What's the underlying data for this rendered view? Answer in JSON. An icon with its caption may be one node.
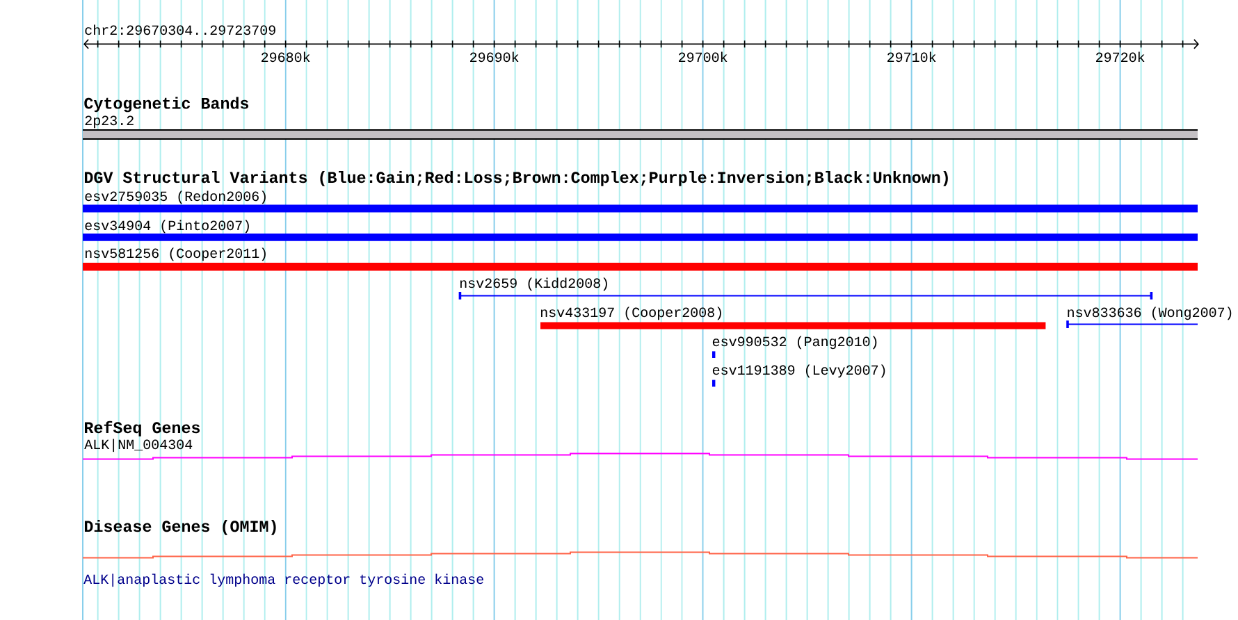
{
  "diagram": {
    "nodes": [
      {
        "text": [
          "2p23.2"
        ]
      },
      {
        "text": [
          "esv2759035 (Redon2006)"
        ]
      },
      {
        "text": [
          "esv34904 (Pinto2007)"
        ]
      },
      {
        "text": [
          "nsv581256 (Cooper2011)"
        ]
      },
      {
        "text": [
          "nsv2659 (Kidd2008)"
        ]
      },
      {
        "text": [
          "nsv433197 (Cooper2008)"
        ]
      },
      {
        "text": [
          "nsv833636 (Wong2007)"
        ]
      },
      {
        "text": [
          "esv990532 (Pang2010)"
        ]
      },
      {
        "text": [
          "esv1191389 (Levy2007)"
        ]
      },
      {
        "text": [
          "ALK|NM_004304"
        ]
      },
      {
        "text": [
          "ALK|anaplastic lymphoma receptor tyrosine kinase"
        ]
      }
    ],
    "edges": [],
    "labels": [
      "chr2:29670304..29723709",
      "29680k",
      "29690k",
      "29700k",
      "29710k",
      "29720k",
      "Cytogenetic Bands",
      "DGV Structural Variants (Blue:Gain;Red:Loss;Brown:Complex;Purple:Inversion;Black:Unknown)",
      "RefSeq Genes",
      "Disease Genes (OMIM)"
    ]
  }
}
